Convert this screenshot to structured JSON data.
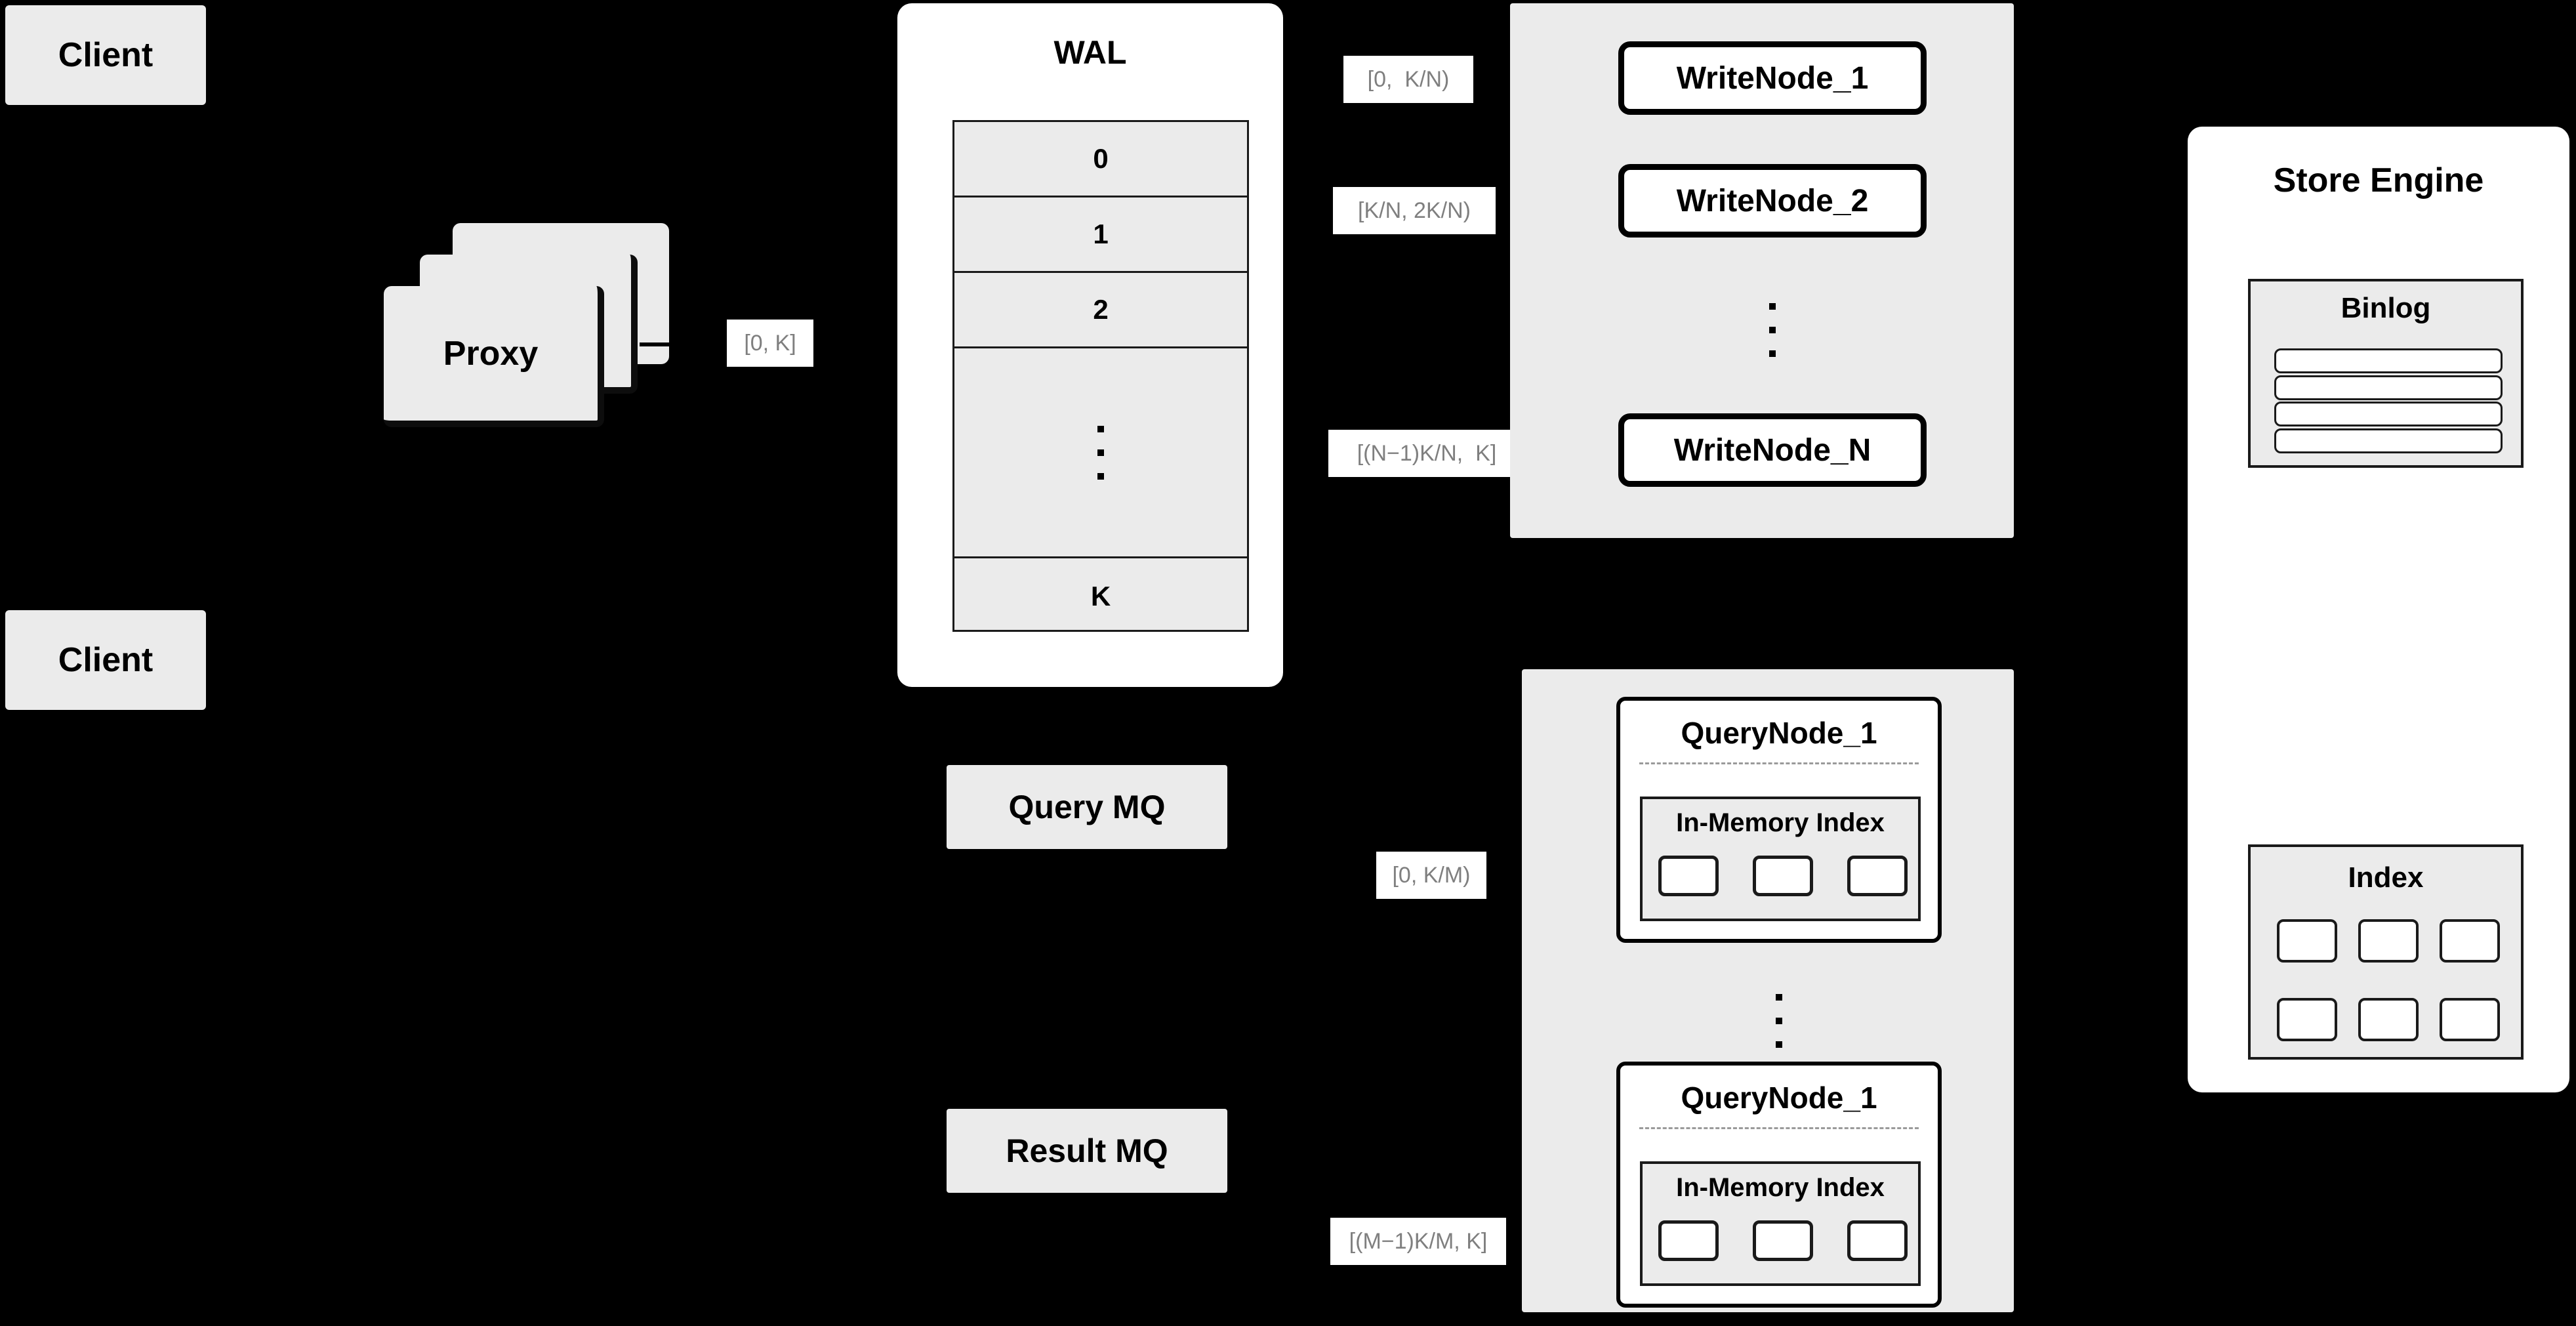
{
  "diagram": {
    "title": "Distributed Vector Database Write/Query Architecture",
    "background_color": "#000000",
    "node_fill": "#ebebeb",
    "white_fill": "#ffffff",
    "stroke": "#000000",
    "label_text_color": "#7f7f7f"
  },
  "clients": [
    {
      "label": "Client"
    },
    {
      "label": "Client"
    }
  ],
  "proxy": {
    "label": "Proxy",
    "stack_count": 3
  },
  "wal": {
    "title": "WAL",
    "rows": [
      "0",
      "1",
      "2",
      "⋮",
      "K"
    ],
    "ellipsis_row_index": 3
  },
  "edges": {
    "proxy_to_wal": "[0, K]",
    "wal_to_write_node_1": "[0,  K/N)",
    "wal_to_write_node_2": "[K/N, 2K/N)",
    "wal_to_write_node_n": "[(N−1)K/N,  K]",
    "query_to_query_node_1": "[0, K/M)",
    "query_to_query_node_m": "[(M−1)K/M, K]"
  },
  "write_cluster": {
    "nodes": [
      {
        "label": "WriteNode_1"
      },
      {
        "label": "WriteNode_2"
      },
      {
        "label": "WriteNode_N"
      }
    ],
    "ellipsis": "⋮"
  },
  "message_queues": [
    {
      "label": "Query MQ"
    },
    {
      "label": "Result MQ"
    }
  ],
  "query_cluster": {
    "nodes": [
      {
        "label": "QueryNode_1",
        "index_title": "In-Memory Index",
        "index_cells": 3
      },
      {
        "label": "QueryNode_1",
        "index_title": "In-Memory Index",
        "index_cells": 3
      }
    ],
    "ellipsis": "⋮"
  },
  "store_engine": {
    "title": "Store Engine",
    "binlog": {
      "title": "Binlog",
      "bar_count": 4
    },
    "index": {
      "title": "Index",
      "rows": 2,
      "cols": 3
    }
  }
}
